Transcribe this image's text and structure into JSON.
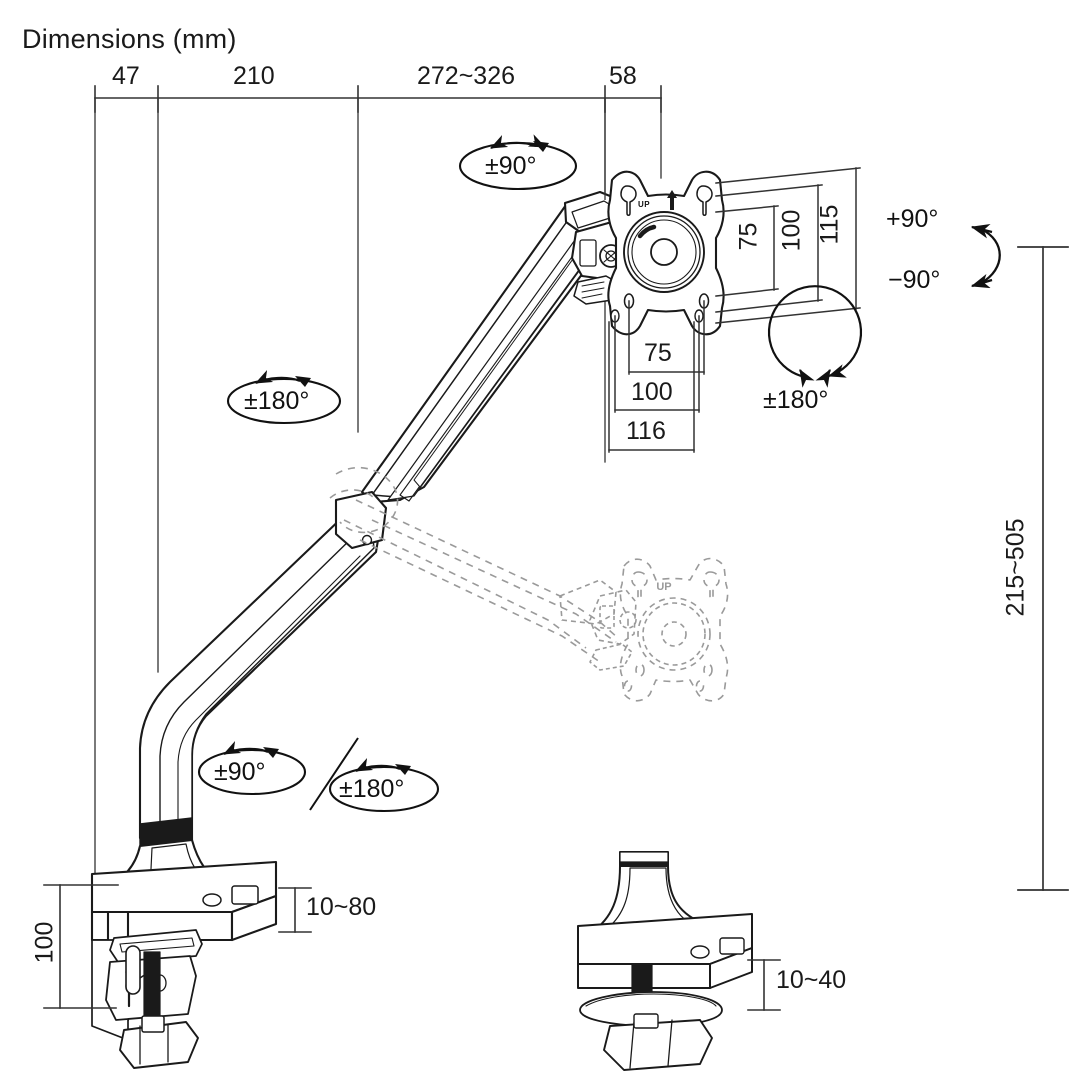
{
  "drawing": {
    "title": "Dimensions (mm)",
    "units": "mm",
    "subject": "gas-spring monitor desk mount arm technical dimension drawing"
  },
  "top_dimension_chain": {
    "segments": [
      {
        "label": "47"
      },
      {
        "label": "210"
      },
      {
        "label": "272~326"
      },
      {
        "label": "58"
      }
    ]
  },
  "vesa_vertical": {
    "labels": [
      {
        "label": "75"
      },
      {
        "label": "100"
      },
      {
        "label": "115"
      }
    ]
  },
  "vesa_horizontal": {
    "labels": [
      {
        "label": "75"
      },
      {
        "label": "100"
      },
      {
        "label": "116"
      }
    ]
  },
  "height_range": {
    "label": "215~505"
  },
  "base": {
    "depth_label": "100",
    "clamp_thickness_label": "10~80",
    "grommet_thickness_label": "10~40"
  },
  "rotation_annotations": {
    "tilt_screen": "±90°",
    "pitch_plus": "+90°",
    "pitch_minus": "−90°",
    "screen_rotate": "±180°",
    "elbow_swivel": "±180°",
    "base_swivel": "±90°",
    "base_rotate": "±180°"
  },
  "plate_marks": {
    "up_text_primary": "UP",
    "up_text_ghost": "UP"
  },
  "colors": {
    "line": "#1a1a1a",
    "ghost_line": "#9a9a9a",
    "dimension_line": "#333333",
    "background": "#ffffff",
    "text": "#1a1a1a"
  }
}
